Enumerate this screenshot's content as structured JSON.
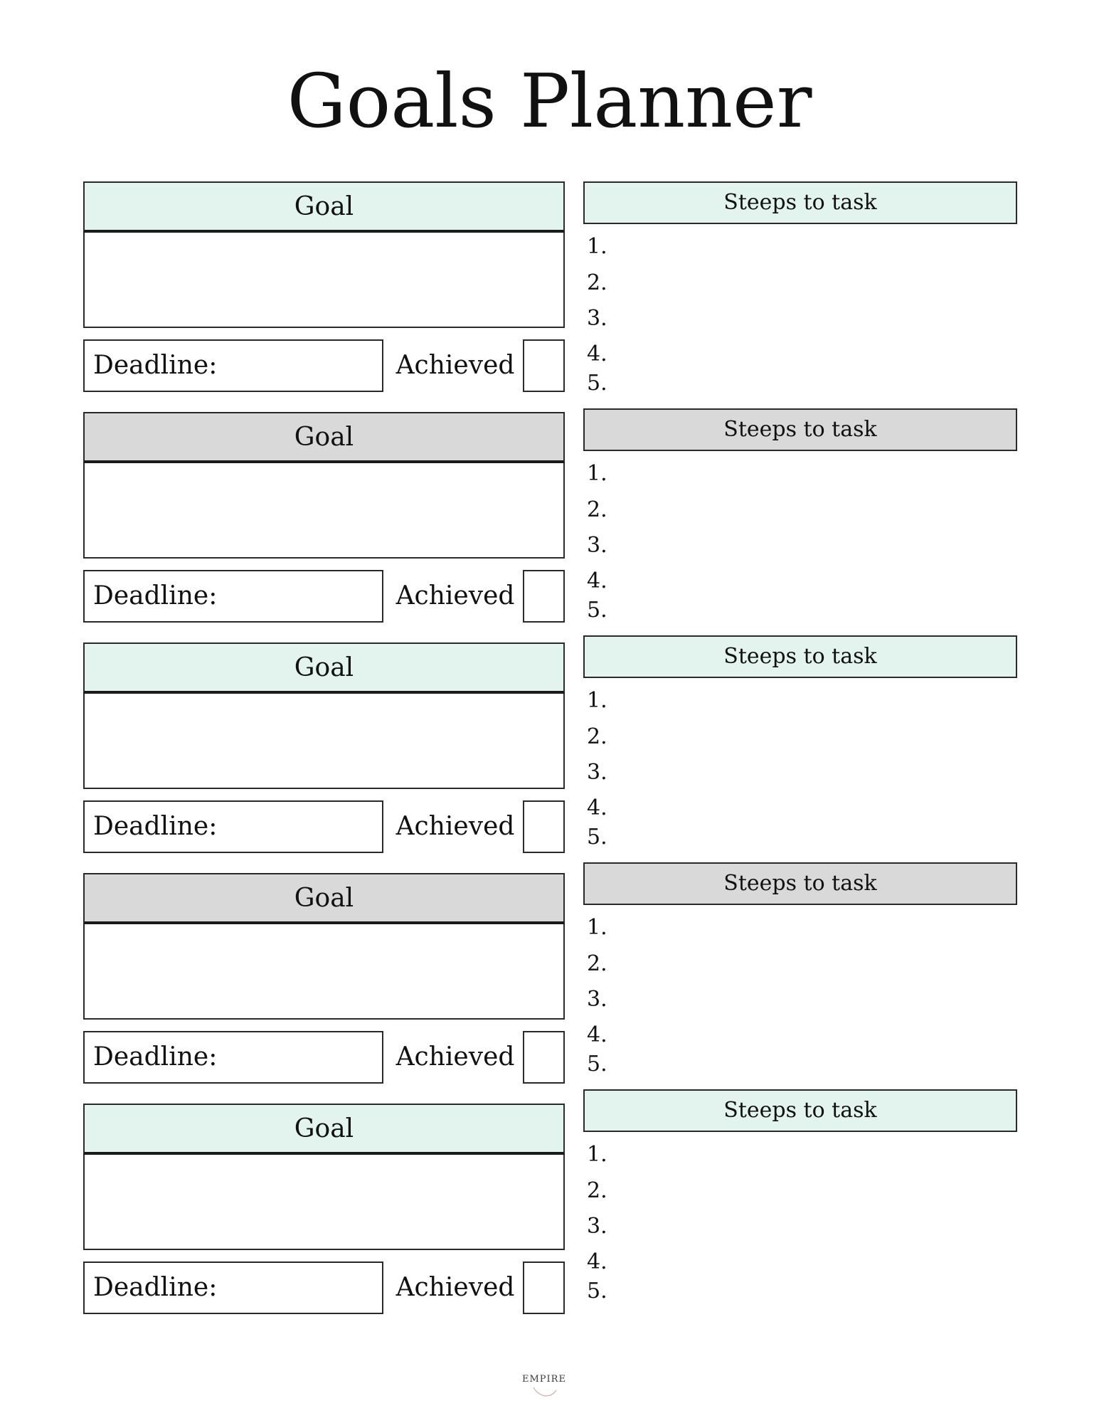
{
  "page": {
    "title": "Goals Planner",
    "logo_text": "EMPIRE"
  },
  "colors": {
    "mint": "#e3f3ee",
    "gray": "#d9d9d9",
    "border": "#2a2a2a"
  },
  "sections": [
    {
      "goal_label": "Goal",
      "deadline_label": "Deadline:",
      "achieved_label": "Achieved",
      "steps_label": "Steeps to task",
      "steps": [
        "1.",
        "2.",
        "3.",
        "4.",
        "5."
      ],
      "tint": "mint"
    },
    {
      "goal_label": "Goal",
      "deadline_label": "Deadline:",
      "achieved_label": "Achieved",
      "steps_label": "Steeps to task",
      "steps": [
        "1.",
        "2.",
        "3.",
        "4.",
        "5."
      ],
      "tint": "gray"
    },
    {
      "goal_label": "Goal",
      "deadline_label": "Deadline:",
      "achieved_label": "Achieved",
      "steps_label": "Steeps to task",
      "steps": [
        "1.",
        "2.",
        "3.",
        "4.",
        "5."
      ],
      "tint": "mint"
    },
    {
      "goal_label": "Goal",
      "deadline_label": "Deadline:",
      "achieved_label": "Achieved",
      "steps_label": "Steeps to task",
      "steps": [
        "1.",
        "2.",
        "3.",
        "4.",
        "5."
      ],
      "tint": "gray"
    },
    {
      "goal_label": "Goal",
      "deadline_label": "Deadline:",
      "achieved_label": "Achieved",
      "steps_label": "Steeps to task",
      "steps": [
        "1.",
        "2.",
        "3.",
        "4.",
        "5."
      ],
      "tint": "mint"
    }
  ]
}
